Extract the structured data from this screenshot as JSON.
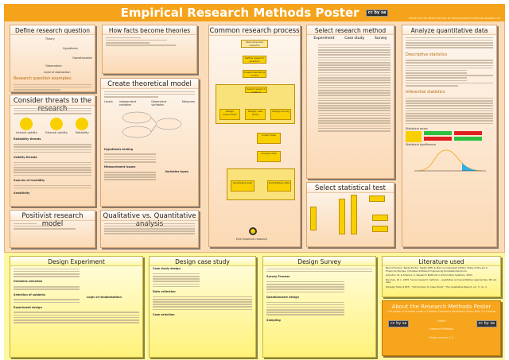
{
  "header": {
    "title": "Empirical Research Methods Poster",
    "license_badge": "cc by sa",
    "link_text": "Check for the latest version at http://researchmethods.fposter.net"
  },
  "panels": {
    "define": {
      "title": "Define research question",
      "subtitle": "Research question examples:",
      "labels": [
        "Theory",
        "Hypothesis",
        "Operationalize",
        "Observation",
        "Level of abstraction"
      ]
    },
    "facts": {
      "title": "How facts become theories"
    },
    "process": {
      "title": "Common research process",
      "start": "Start empirical research",
      "end": "End empirical research",
      "steps": [
        "Define research question",
        "Create theoretical model",
        "Select research method",
        "Design experiment",
        "Design case study",
        "Design survey",
        "Collect data",
        "Analyze data",
        "Qualitative data",
        "Quantitative data"
      ]
    },
    "method": {
      "title": "Select research method",
      "columns": [
        "Experiment",
        "Case study",
        "Survey"
      ]
    },
    "analyze": {
      "title": "Analyze quantitative data",
      "sections": [
        "Descriptive statistics",
        "Inferential statistics",
        "Statistical errors",
        "Statistical significance"
      ]
    },
    "threats": {
      "title": "Consider threats to the research",
      "items": [
        "Internal validity",
        "External validity",
        "Reliability"
      ],
      "subs": [
        "Reliability threats",
        "Validity threats",
        "Sources of invalidity",
        "Sensitivity"
      ]
    },
    "model": {
      "title": "Create theoretical model",
      "headers": [
        "Levels",
        "Independent variables",
        "Dependent variables",
        "Measures"
      ],
      "subs": [
        "Hypothesis testing",
        "Measurement issues",
        "Variables types"
      ]
    },
    "positivist": {
      "title": "Positivist research model"
    },
    "qualquant": {
      "title": "Qualitative vs. Quantitative analysis"
    },
    "stattest": {
      "title": "Select statistical test"
    }
  },
  "bottom": {
    "experiment": {
      "title": "Design Experiment",
      "subs": [
        "Variables selection",
        "Selection of subjects",
        "Experiment design",
        "Logic of randomization"
      ]
    },
    "casestudy": {
      "title": "Design case study",
      "subs": [
        "Case study design",
        "Data collection",
        "Case selection"
      ]
    },
    "survey": {
      "title": "Design Survey",
      "subs": [
        "Survey Process",
        "Questionnaire design",
        "Sampling"
      ]
    },
    "literature": {
      "title": "Literature used",
      "items": [
        "Bernd Freimut, Teade Punter, Stefan Biffl, & Marcus Ciolkowski (2002). State-of-the-art in Empirical Studies. Virtuelles Software Engineering Kompetenzzentrum.",
        "Johnston, W. & Sharma, S. Research Methods in Information Systems. 2003",
        "Neuman, W. L. 2005. Social research methods – qualitative and quantitative approaches. 6th ed. Alan.",
        "Winegar Tellis (1997). \"Introduction to Case Study\". The Qualitative Report, vol. 3, no. 2."
      ]
    },
    "about": {
      "title": "About the Research Methods Poster",
      "license": "This poster is licensed under a Creative Commons Attribution-Share Alike 3.0 License",
      "author_label": "Author",
      "institute_label": "Research Methods",
      "version": "Poster version: 1.0"
    }
  },
  "colors": {
    "header": "#f5a31a",
    "frame": "#fbdcb8",
    "bottom": "#fcf7a0",
    "process_box": "#f8d000"
  }
}
